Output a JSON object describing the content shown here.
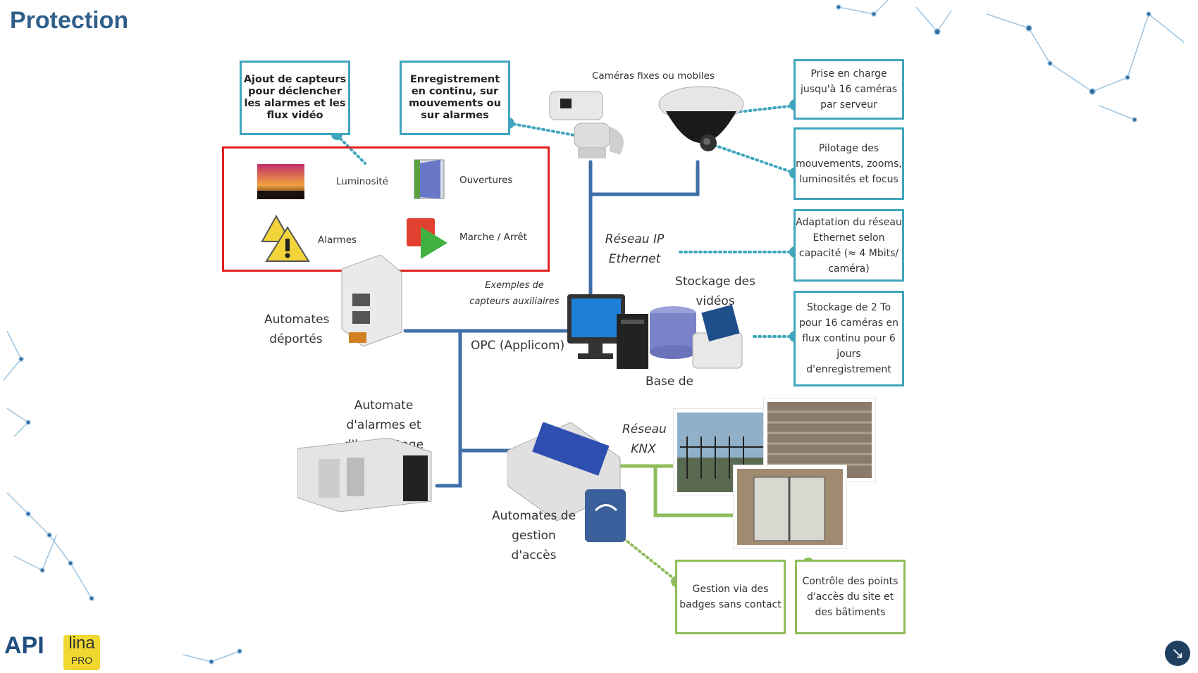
{
  "title": "Protection",
  "top_boxes": {
    "sensors": "Ajout de capteurs pour déclencher les alarmes et les flux vidéo",
    "recording": "Enregistrement en continu, sur mouvements ou sur alarmes"
  },
  "cameras_label": "Caméras fixes ou mobiles",
  "sensors_panel": {
    "luminosite": "Luminosité",
    "ouvertures": "Ouvertures",
    "alarmes": "Alarmes",
    "marche_arret": "Marche / Arrêt",
    "examples": "Exemples de capteurs auxiliaires"
  },
  "right_boxes": {
    "b1": "Prise en charge jusqu'à 16 caméras par serveur",
    "b2": "Pilotage des mouvements, zooms, luminosités et focus",
    "b3": "Adaptation du réseau Ethernet selon capacité (≈ 4 Mbits/ caméra)",
    "b4": "Stockage de 2 To pour 16 caméras en flux continu pour 6 jours d'enregistrement"
  },
  "labels": {
    "reseau_ip": "Réseau IP Ethernet",
    "stockage": "Stockage des vidéos",
    "base": "Base de",
    "automates_deportes": "Automates déportés",
    "opc": "OPC (Applicom)",
    "automate_alarmes": "Automate d'alarmes et d'horodatage",
    "reseau_knx": "Réseau KNX",
    "automates_acces": "Automates de gestion d'accès"
  },
  "bottom_boxes": {
    "badges": "Gestion via des badges sans contact",
    "controle": "Contrôle des points d'accès du site et des bâtiments"
  },
  "logos": {
    "api": "API",
    "lina": "lina",
    "pro": "PRO"
  },
  "colors": {
    "blue_line": "#3f6fa8",
    "teal": "#3fa6bd",
    "green": "#8fbc5a",
    "red": "#e02020",
    "title": "#2f5f8a"
  }
}
